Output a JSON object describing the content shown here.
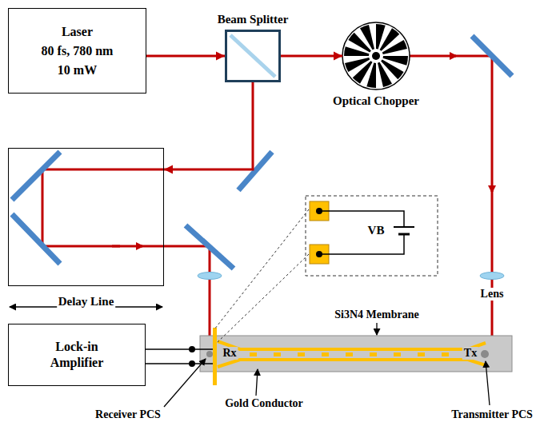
{
  "diagram": {
    "nodes": [
      {
        "text": [
          "Laser",
          "80 fs, 780 nm",
          "10 mW"
        ]
      },
      {
        "text": [
          "Beam Splitter"
        ]
      },
      {
        "text": [
          "Optical Chopper"
        ]
      },
      {
        "text": [
          "Delay Line"
        ]
      },
      {
        "text": [
          "Lock-in Amplifier"
        ]
      }
    ],
    "edges": [
      {
        "from": 0,
        "to": 1,
        "arrow": "to"
      },
      {
        "from": 1,
        "to": 2,
        "arrow": "to"
      },
      {
        "from": 1,
        "to": 3,
        "arrow": "to"
      }
    ],
    "labels": [
      "Si3N4 Membrane",
      "VB",
      "Lens",
      "Rx",
      "Tx",
      "Gold Conductor",
      "Receiver PCS",
      "Transmitter PCS"
    ]
  }
}
